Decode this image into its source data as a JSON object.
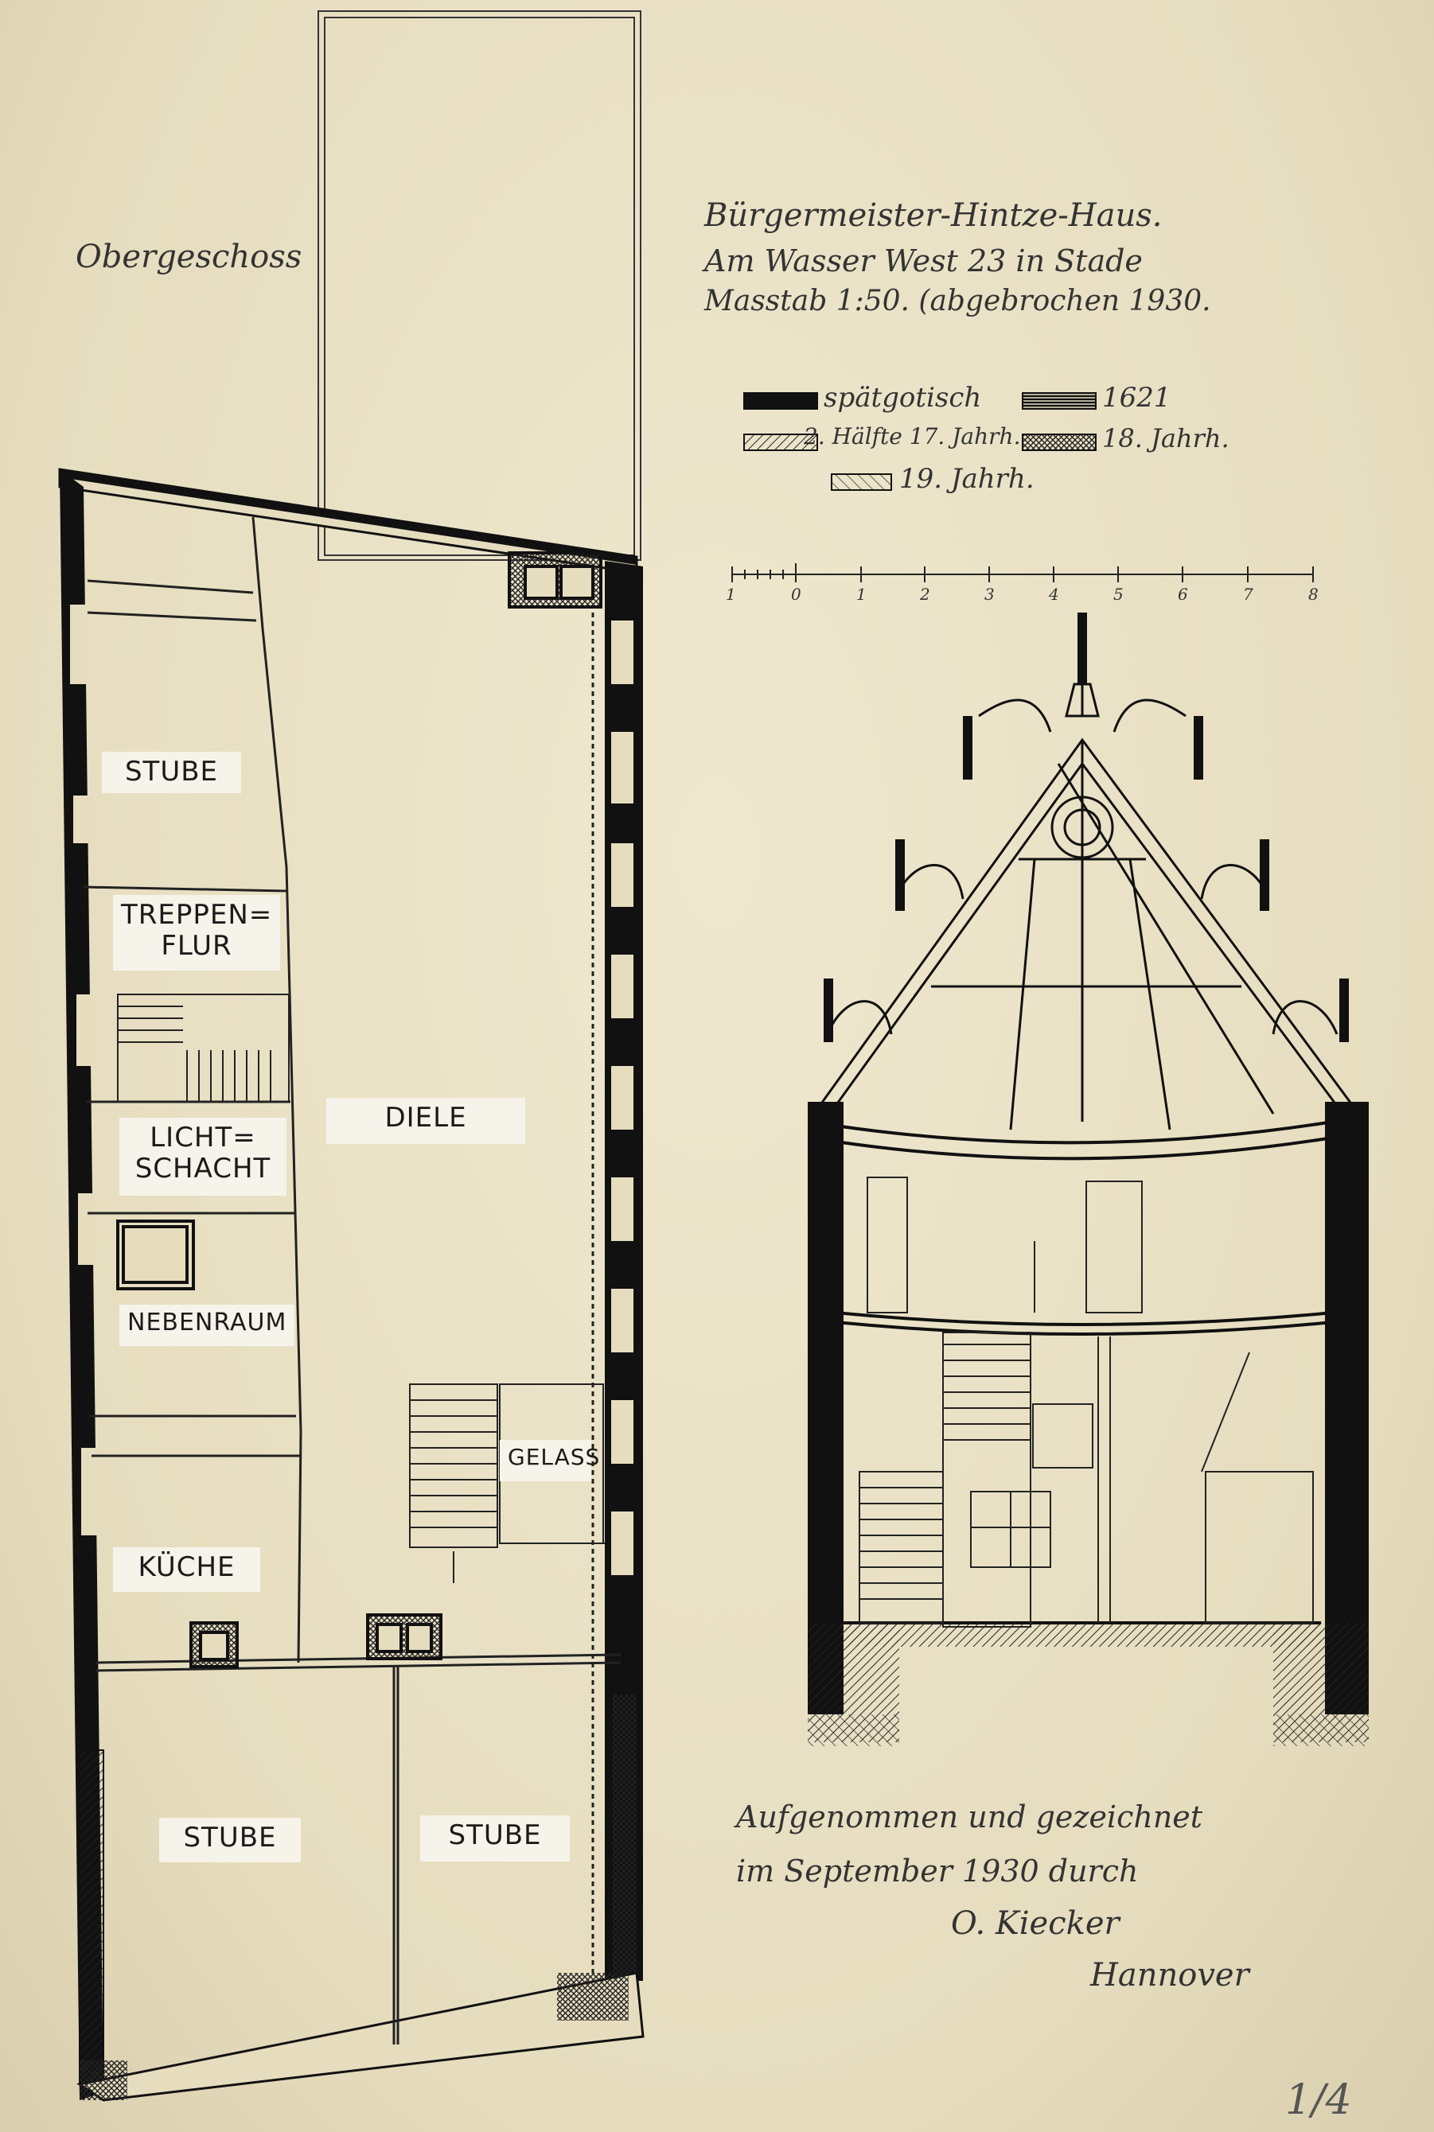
{
  "floor_label": "Obergeschoss",
  "title": {
    "line1": "Bürgermeister-Hintze-Haus.",
    "line2": "Am Wasser West 23 in Stade",
    "line3": "Masstab 1:50. (abgebrochen 1930."
  },
  "legend": [
    {
      "text": "spätgotisch",
      "pattern": "solid"
    },
    {
      "text": "1621",
      "pattern": "dense"
    },
    {
      "text": "2. Hälfte 17. Jahrh.",
      "pattern": "hatch"
    },
    {
      "text": "18. Jahrh.",
      "pattern": "cross"
    },
    {
      "text": "19. Jahrh.",
      "pattern": "diag"
    }
  ],
  "scale_ticks": [
    "1",
    "0",
    "1",
    "2",
    "3",
    "4",
    "5",
    "6",
    "7",
    "8"
  ],
  "rooms": {
    "stube_top": "STUBE",
    "treppenflur": "TREPPEN=\nFLUR",
    "diele": "DIELE",
    "lichtschacht": "LICHT=\nSCHACHT",
    "nebenraum": "NEBENRAUM",
    "gelass": "GELASS",
    "kueche": "KÜCHE",
    "stube_left": "STUBE",
    "stube_right": "STUBE"
  },
  "signature": {
    "line1": "Aufgenommen und gezeichnet",
    "line2": "im September 1930 durch",
    "line3": "O. Kiecker",
    "line4": "Hannover"
  },
  "sheet_number": "1/4",
  "colors": {
    "paper": "#e9e1c6",
    "ink": "#141414",
    "label_paper": "#f6f3ea"
  }
}
